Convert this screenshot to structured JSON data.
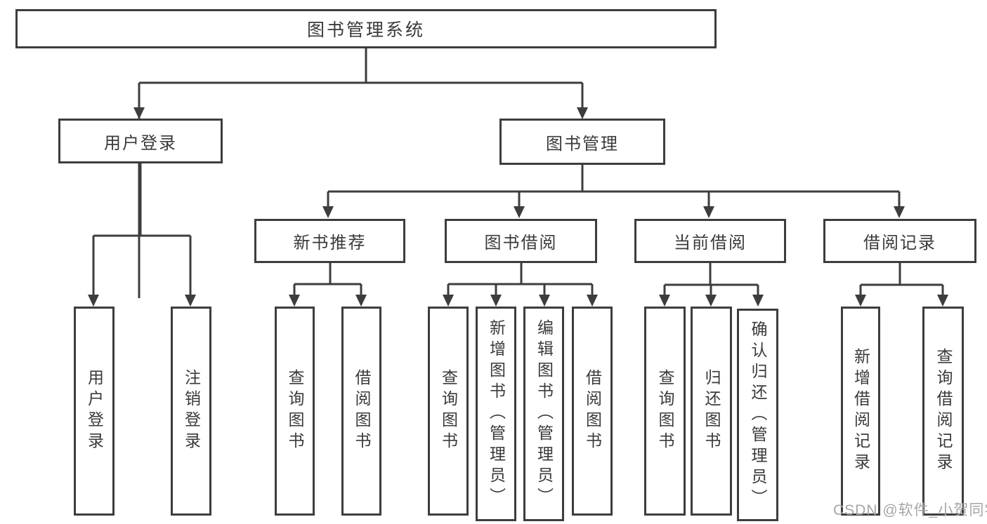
{
  "diagram": {
    "kind": "hierarchy-tree",
    "colors": {
      "line": "#3d3d3d",
      "box_border": "#3d3d3d",
      "text": "#3a3a3a",
      "background": "#ffffff",
      "watermark": "#a6a6a6"
    }
  },
  "tree": {
    "root": {
      "label": "图书管理系统",
      "children": [
        {
          "label": "用户登录",
          "children": [
            {
              "label": "用户登录"
            },
            {
              "label": "注销登录"
            }
          ]
        },
        {
          "label": "图书管理",
          "children": [
            {
              "label": "新书推荐",
              "children": [
                {
                  "label": "查询图书"
                },
                {
                  "label": "借阅图书"
                }
              ]
            },
            {
              "label": "图书借阅",
              "children": [
                {
                  "label": "查询图书"
                },
                {
                  "label": "新增图书（管理员）"
                },
                {
                  "label": "编辑图书（管理员）"
                },
                {
                  "label": "借阅图书"
                }
              ]
            },
            {
              "label": "当前借阅",
              "children": [
                {
                  "label": "查询图书"
                },
                {
                  "label": "归还图书"
                },
                {
                  "label": "确认归还（管理员）"
                }
              ]
            },
            {
              "label": "借阅记录",
              "children": [
                {
                  "label": "新增借阅记录"
                },
                {
                  "label": "查询借阅记录"
                }
              ]
            }
          ]
        }
      ]
    }
  },
  "watermark": {
    "text": "CSDN @软件_小贺同学"
  }
}
